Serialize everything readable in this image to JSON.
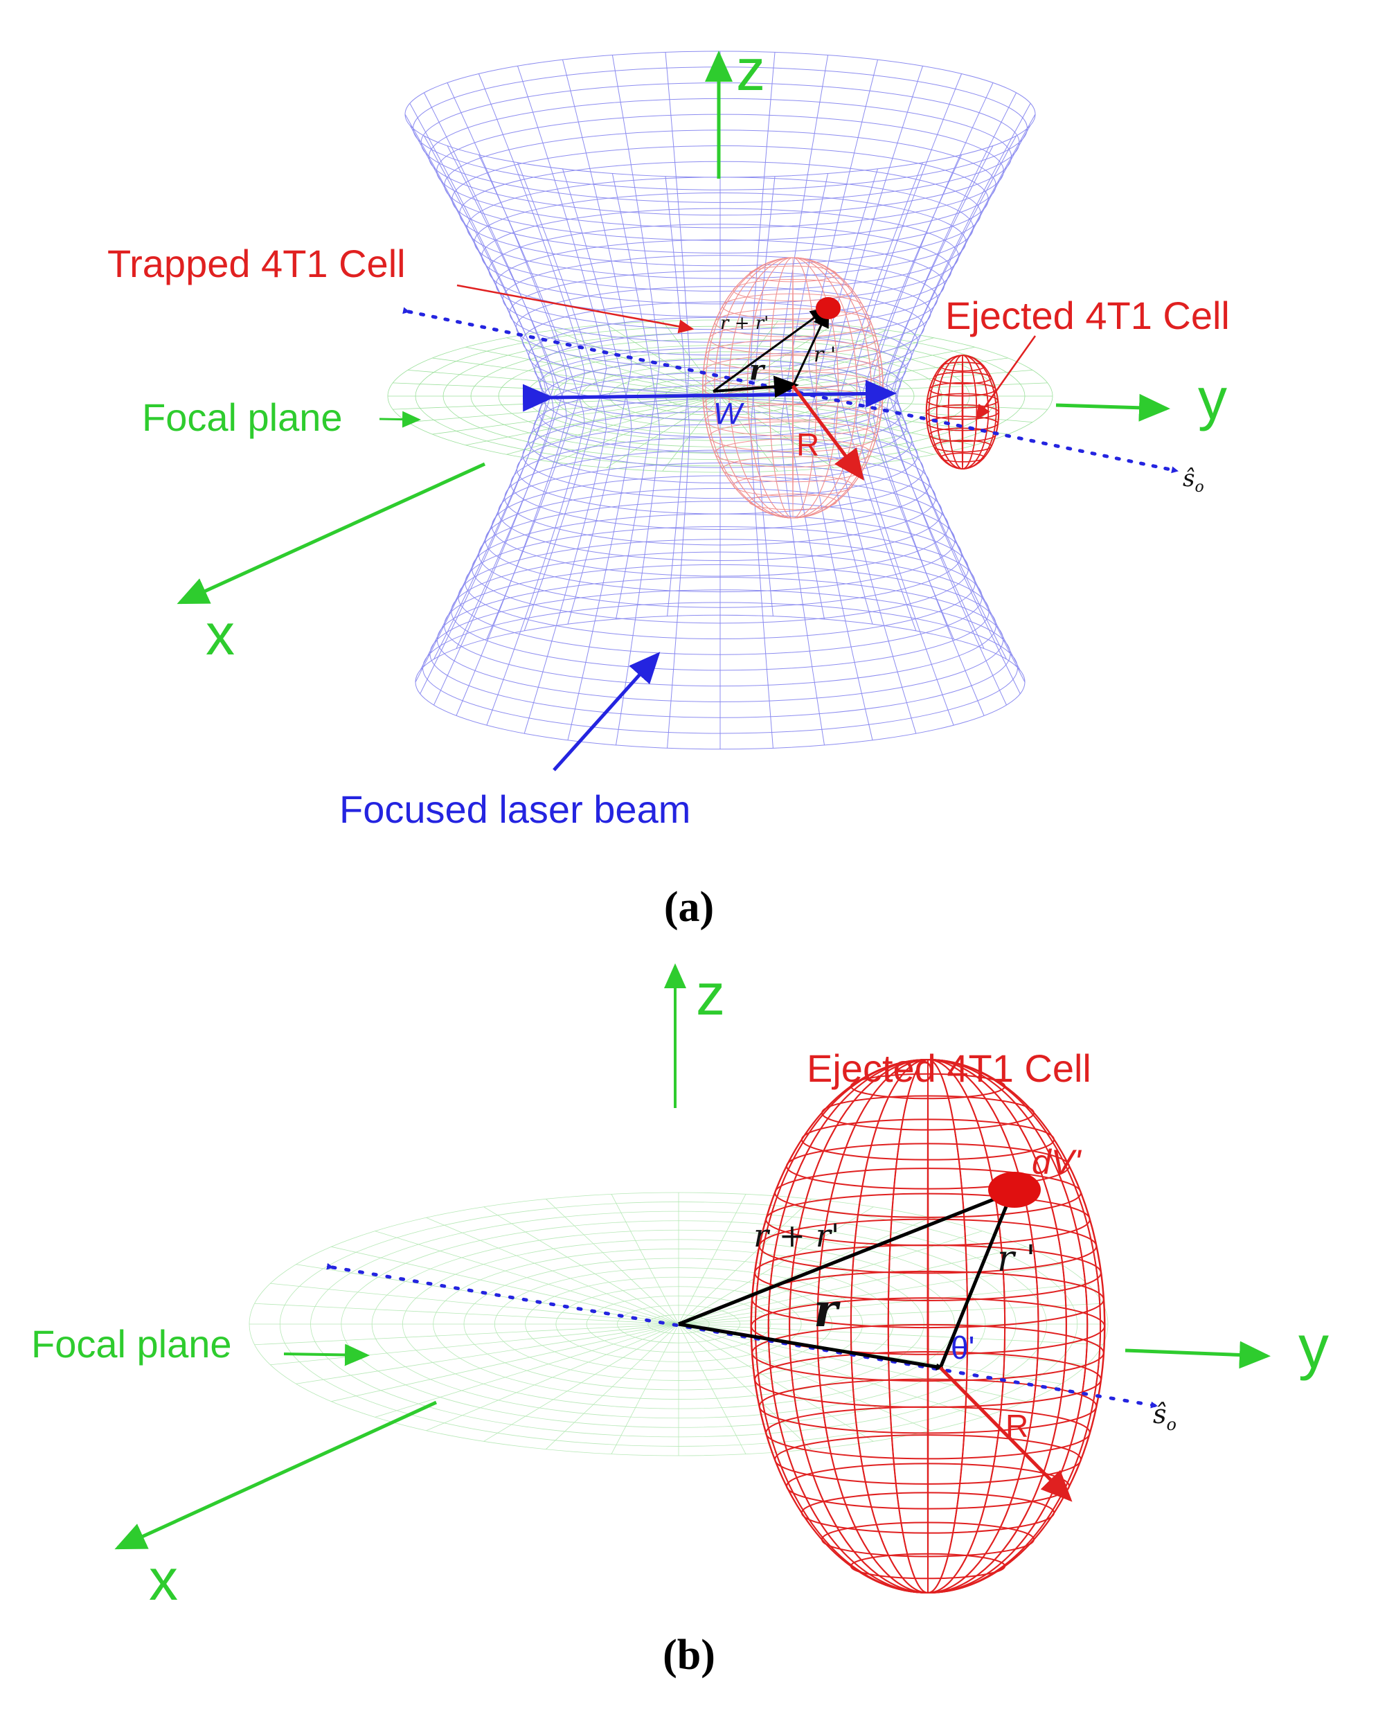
{
  "panel_a": {
    "label": "(a)",
    "axis_z": "z",
    "axis_y": "y",
    "axis_x": "x",
    "trapped_cell": "Trapped 4T1 Cell",
    "ejected_cell": "Ejected 4T1 Cell",
    "focal_plane": "Focal plane",
    "laser_beam": "Focused laser beam",
    "vec_r_plus": "r + r'",
    "vec_r_prime": "r '",
    "vec_r": "r",
    "w": "W",
    "radius": "R",
    "s_hat": "ŝ",
    "s_sub": "o"
  },
  "panel_b": {
    "label": "(b)",
    "axis_z": "z",
    "axis_y": "y",
    "axis_x": "x",
    "ejected_cell": "Ejected 4T1 Cell",
    "focal_plane": "Focal plane",
    "dv": "dV'",
    "vec_r_plus": "r + r'",
    "vec_r_prime": "r '",
    "vec_r": "r",
    "theta": "θ'",
    "radius": "R",
    "s_hat": "ŝ",
    "s_sub": "o"
  },
  "colors": {
    "axis": "#2ecc2e",
    "beam_mesh": "#8c8cf0",
    "cell": "#e02020",
    "vector": "#000000",
    "direction": "#2424e0"
  }
}
